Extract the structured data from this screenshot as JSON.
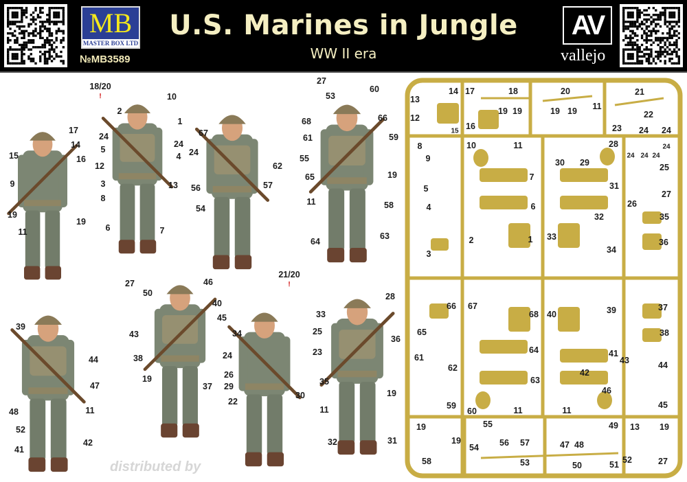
{
  "header": {
    "title": "U.S. Marines in Jungle",
    "subtitle": "WW II era",
    "brand_logo": "MB",
    "brand_name": "MASTER BOX LTD",
    "catalog_number": "№MB3589",
    "paint_logo": "AV",
    "paint_brand": "vallejo"
  },
  "colors": {
    "sprue": "#c8ad45",
    "uniform": "#7c8673",
    "helmet": "#8a7a58",
    "skin": "#d6a27c",
    "boots": "#6a4431",
    "header_text": "#f5efc2"
  },
  "figures": [
    {
      "callouts": [
        "17",
        "14",
        "16",
        "15",
        "9",
        "19",
        "11",
        "19"
      ]
    },
    {
      "callouts": [
        "18/20",
        "10",
        "2",
        "1",
        "24",
        "24",
        "5",
        "4",
        "12",
        "3",
        "13",
        "8",
        "6",
        "7"
      ],
      "warning": "!"
    },
    {
      "callouts": [
        "67",
        "24",
        "62",
        "56",
        "57",
        "54"
      ]
    },
    {
      "callouts": [
        "27",
        "53",
        "60",
        "66",
        "68",
        "61",
        "59",
        "55",
        "65",
        "19",
        "11",
        "58",
        "64",
        "63"
      ]
    },
    {
      "callouts": [
        "39",
        "44",
        "47",
        "11",
        "48",
        "52",
        "41",
        "42"
      ]
    },
    {
      "callouts": [
        "27",
        "50",
        "46",
        "40",
        "45",
        "43",
        "38",
        "19",
        "37"
      ]
    },
    {
      "callouts": [
        "21/20",
        "34",
        "24",
        "26",
        "29",
        "22",
        "30"
      ],
      "warning": "!"
    },
    {
      "callouts": [
        "28",
        "33",
        "36",
        "25",
        "23",
        "35",
        "19",
        "11",
        "32",
        "31"
      ]
    }
  ],
  "sprue": {
    "parts": [
      "14",
      "13",
      "12",
      "15",
      "17",
      "18",
      "19",
      "19",
      "16",
      "20",
      "19",
      "19",
      "11",
      "21",
      "22",
      "23",
      "24",
      "24",
      "8",
      "9",
      "10",
      "11",
      "28",
      "30",
      "29",
      "24",
      "24",
      "24",
      "24",
      "7",
      "31",
      "25",
      "5",
      "27",
      "6",
      "32",
      "26",
      "4",
      "35",
      "1",
      "33",
      "2",
      "36",
      "3",
      "34",
      "66",
      "67",
      "68",
      "40",
      "39",
      "37",
      "65",
      "38",
      "64",
      "41",
      "61",
      "62",
      "43",
      "44",
      "63",
      "42",
      "59",
      "60",
      "11",
      "11",
      "46",
      "45",
      "19",
      "19",
      "55",
      "54",
      "56",
      "57",
      "47",
      "48",
      "49",
      "13",
      "19",
      "58",
      "53",
      "50",
      "51",
      "52",
      "27"
    ]
  },
  "watermark": "distributed by"
}
